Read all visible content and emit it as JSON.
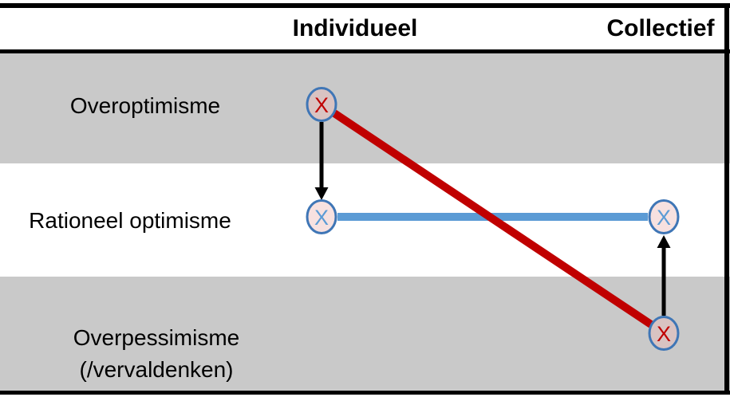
{
  "diagram": {
    "title": "optimisme-matrix",
    "header": {
      "columns": [
        {
          "label": "Individueel"
        },
        {
          "label": "Collectief"
        }
      ]
    },
    "rows": [
      {
        "label": "Overoptimisme"
      },
      {
        "label": "Rationeel optimisme"
      },
      {
        "label": "Overpessimisme",
        "label2": "(/vervaldenken)"
      }
    ],
    "markers": [
      {
        "name": "overoptimisme-individueel",
        "symbol": "X",
        "symbol_color": "#c00000"
      },
      {
        "name": "rationeel-optimisme-individueel",
        "symbol": "X",
        "symbol_color": "#5b9bd5"
      },
      {
        "name": "rationeel-optimisme-collectief",
        "symbol": "X",
        "symbol_color": "#5b9bd5"
      },
      {
        "name": "overpessimisme-collectief",
        "symbol": "X",
        "symbol_color": "#c00000"
      }
    ],
    "connectors": [
      {
        "name": "black-arrow-overoptimisme-to-rationeel-individueel",
        "type": "arrow-down",
        "color": "#000000"
      },
      {
        "name": "red-line-overoptimisme-individueel-to-overpessimisme-collectief",
        "type": "diagonal-line",
        "color": "#c00000"
      },
      {
        "name": "blue-line-rationeel-individueel-to-rationeel-collectief",
        "type": "horizontal-line",
        "color": "#5b9bd5"
      },
      {
        "name": "black-arrow-overpessimisme-to-rationeel-collectief",
        "type": "arrow-up",
        "color": "#000000"
      }
    ],
    "colors": {
      "band_gray": "#c9c9c9",
      "border_black": "#000000",
      "red": "#c00000",
      "blue": "#5b9bd5",
      "marker_stroke": "#3f76b6",
      "marker_fill": "#eebdbb",
      "marker_fill_opacity": "0.45"
    }
  }
}
